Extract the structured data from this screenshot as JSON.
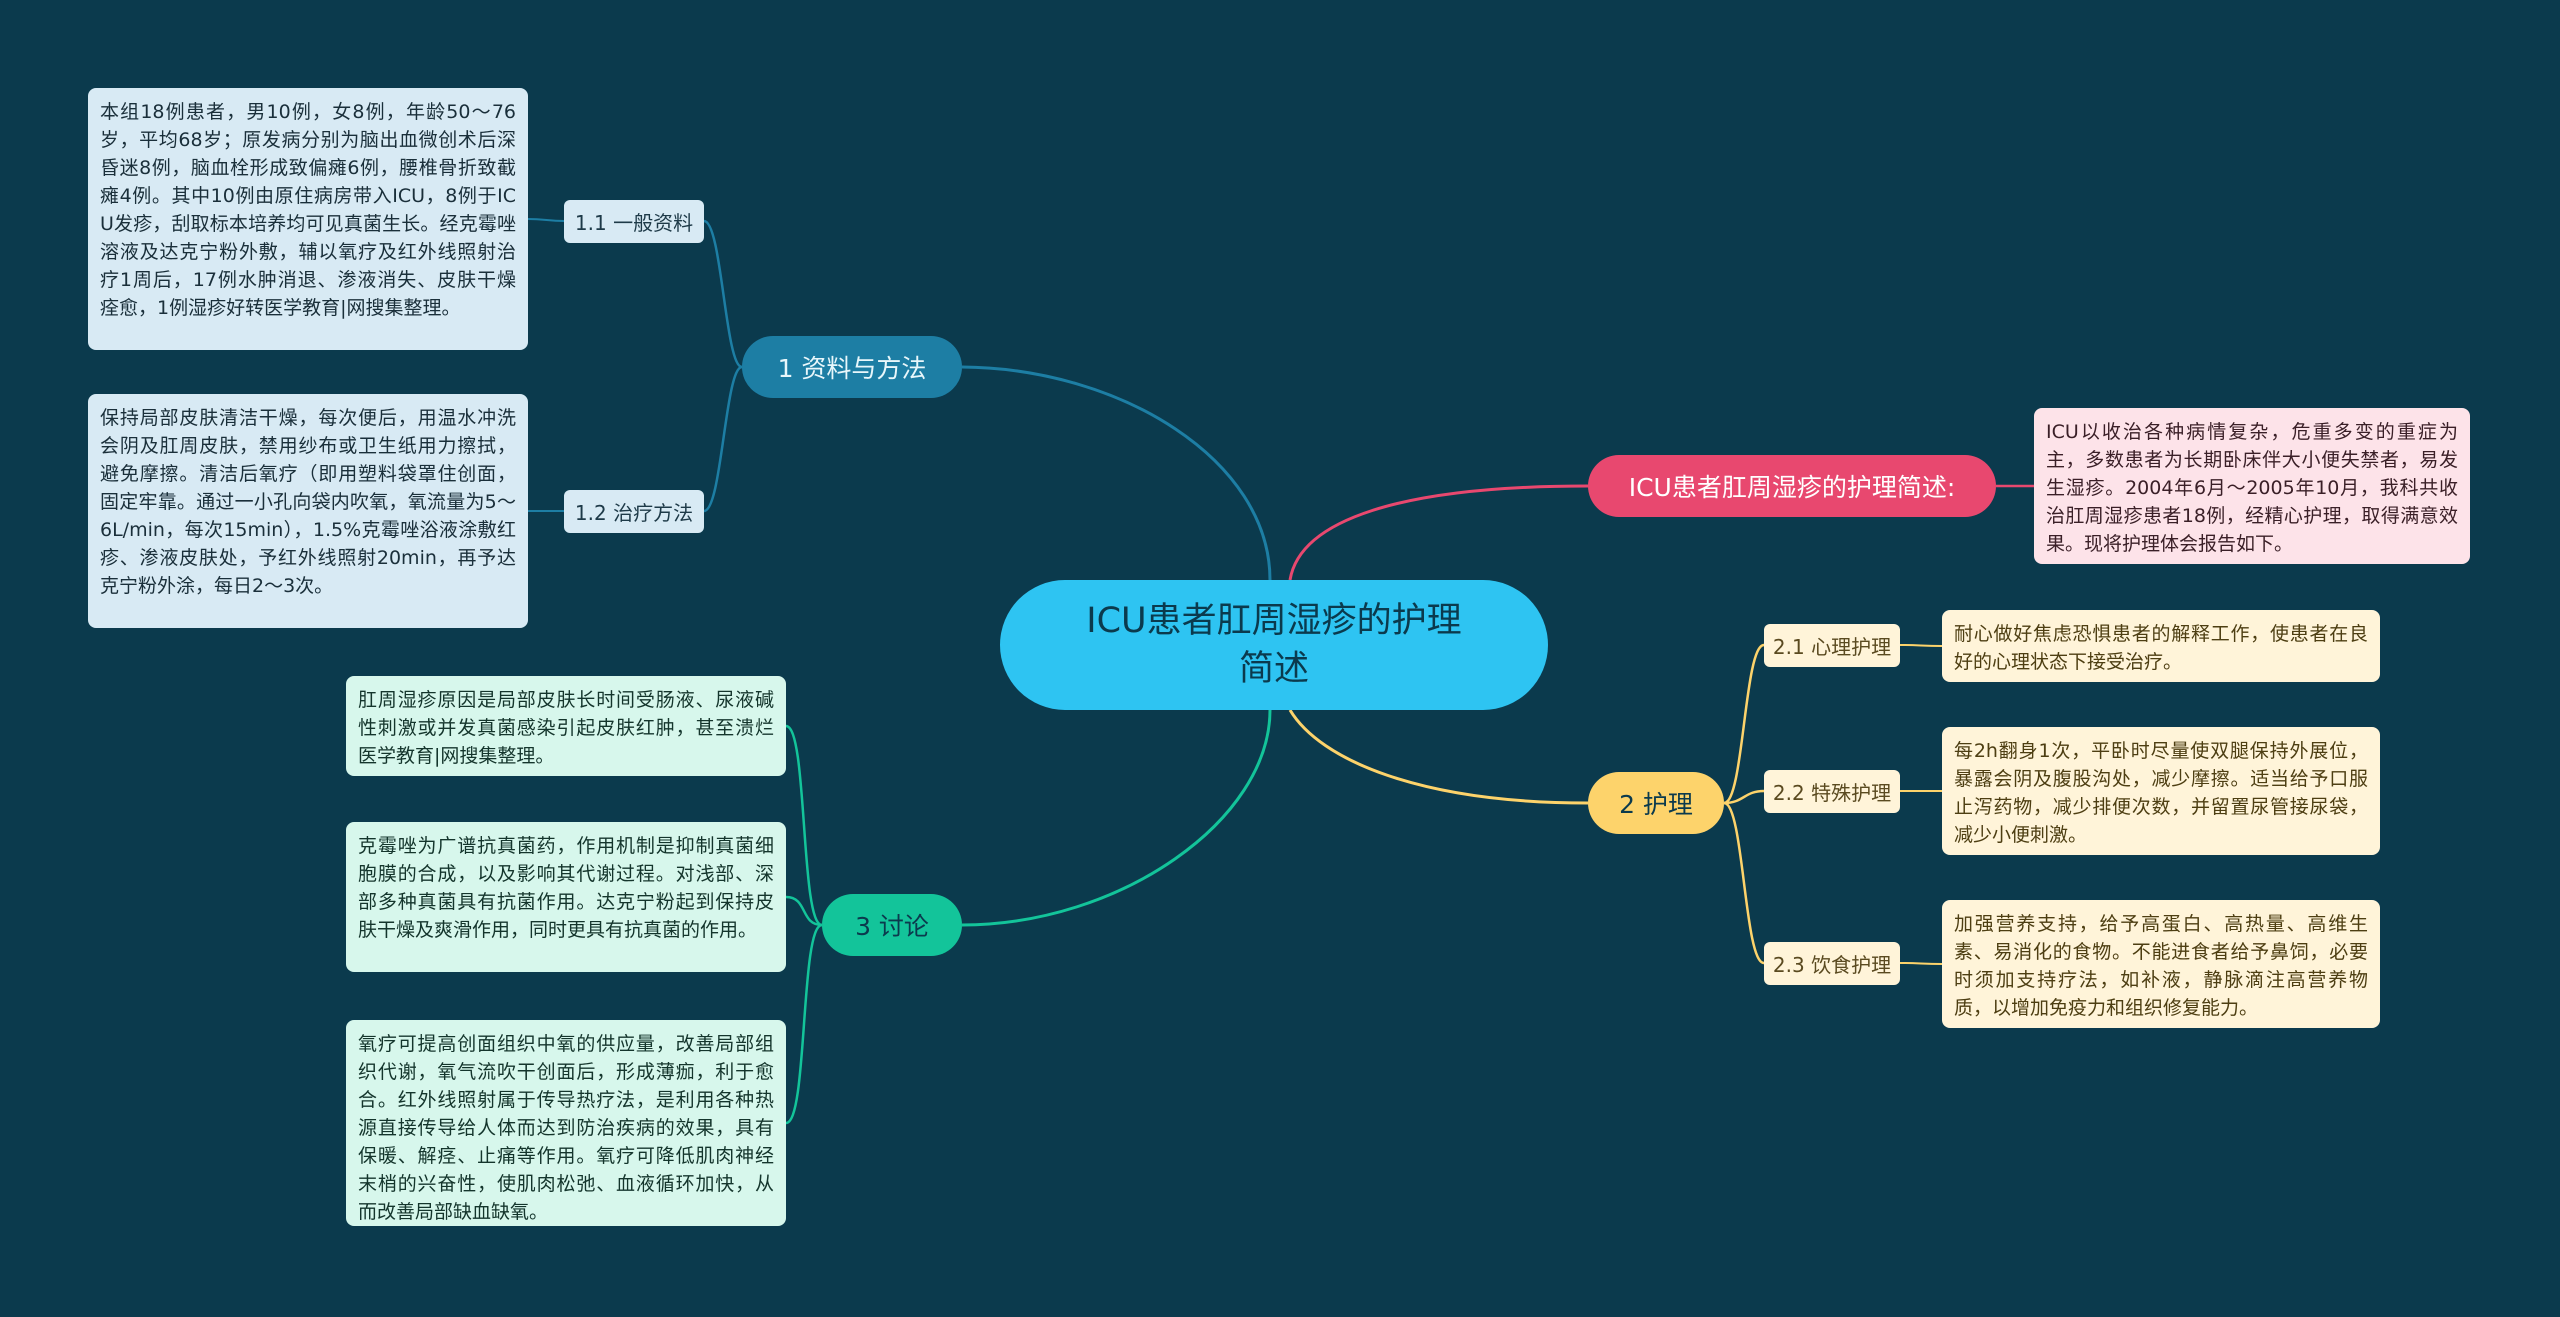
{
  "root": {
    "title": "ICU患者肛周湿疹的护理简述"
  },
  "branches": {
    "b1": {
      "label": "1 资料与方法"
    },
    "b3": {
      "label": "3 讨论"
    },
    "br": {
      "label": "ICU患者肛周湿疹的护理简述:"
    },
    "b2": {
      "label": "2 护理"
    }
  },
  "subs": {
    "s11": {
      "label": "1.1 一般资料"
    },
    "s12": {
      "label": "1.2 治疗方法"
    },
    "s21": {
      "label": "2.1 心理护理"
    },
    "s22": {
      "label": "2.2 特殊护理"
    },
    "s23": {
      "label": "2.3 饮食护理"
    }
  },
  "leaves": {
    "l11": "本组18例患者，男10例，女8例，年龄50～76岁，平均68岁；原发病分别为脑出血微创术后深昏迷8例，脑血栓形成致偏瘫6例，腰椎骨折致截瘫4例。其中10例由原住病房带入ICU，8例于ICU发疹，刮取标本培养均可见真菌生长。经克霉唑溶液及达克宁粉外敷，辅以氧疗及红外线照射治疗1周后，17例水肿消退、渗液消失、皮肤干燥痊愈，1例湿疹好转医学教育|网搜集整理。",
    "l12": "保持局部皮肤清洁干燥，每次便后，用温水冲洗会阴及肛周皮肤，禁用纱布或卫生纸用力擦拭，避免摩擦。清洁后氧疗（即用塑料袋罩住创面，固定牢靠。通过一小孔向袋内吹氧，氧流量为5～6L/min，每次15min），1.5%克霉唑浴液涂敷红疹、渗液皮肤处，予红外线照射20min，再予达克宁粉外涂，每日2～3次。",
    "l31": "肛周湿疹原因是局部皮肤长时间受肠液、尿液碱性刺激或并发真菌感染引起皮肤红肿，甚至溃烂医学教育|网搜集整理。",
    "l32": "克霉唑为广谱抗真菌药，作用机制是抑制真菌细胞膜的合成，以及影响其代谢过程。对浅部、深部多种真菌具有抗菌作用。达克宁粉起到保持皮肤干燥及爽滑作用，同时更具有抗真菌的作用。",
    "l33": "氧疗可提高创面组织中氧的供应量，改善局部组织代谢，氧气流吹干创面后，形成薄痂，利于愈合。红外线照射属于传导热疗法，是利用各种热源直接传导给人体而达到防治疾病的效果，具有保暖、解痉、止痛等作用。氧疗可降低肌肉神经末梢的兴奋性，使肌肉松弛、血液循环加快，从而改善局部缺血缺氧。",
    "lr": "ICU以收治各种病情复杂，危重多变的重症为主，多数患者为长期卧床伴大小便失禁者，易发生湿疹。2004年6月～2005年10月，我科共收治肛周湿疹患者18例，经精心护理，取得满意效果。现将护理体会报告如下。",
    "l21": "耐心做好焦虑恐惧患者的解释工作，使患者在良好的心理状态下接受治疗。",
    "l22": "每2h翻身1次，平卧时尽量使双腿保持外展位，暴露会阴及腹股沟处，减少摩擦。适当给予口服止泻药物，减少排便次数，并留置尿管接尿袋，减少小便刺激。",
    "l23": "加强营养支持，给予高蛋白、高热量、高维生素、易消化的食物。不能进食者给予鼻饲，必要时须加支持疗法，如补液，静脉滴注高营养物质，以增加免疫力和组织修复能力。"
  },
  "colors": {
    "background": "#0b3a4d",
    "root": "#2ec4f2",
    "branch1": "#1d7ea4",
    "branch3": "#13c49a",
    "branch_right": "#e8486f",
    "branch2": "#fdd36b"
  }
}
